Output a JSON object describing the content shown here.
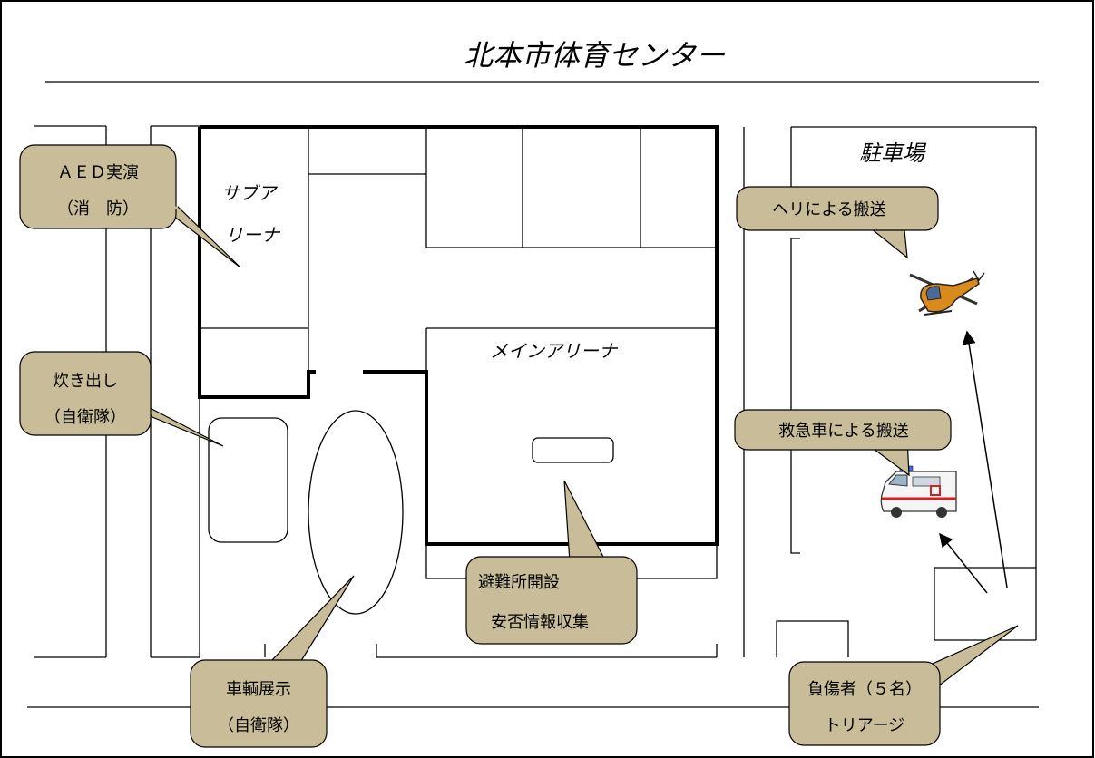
{
  "title": "北本市体育センター",
  "areas": {
    "sub_arena_line1": "サブア",
    "sub_arena_line2": "リーナ",
    "main_arena": "メインアリーナ",
    "parking": "駐車場"
  },
  "callouts": {
    "aed": {
      "line1": "ＡＥＤ実演",
      "line2": "（消　防）"
    },
    "cooking": {
      "line1": "炊き出し",
      "line2": "（自衛隊）"
    },
    "vehicle": {
      "line1": "車輌展示",
      "line2": "（自衛隊）"
    },
    "shelter": {
      "line1": "避難所開設",
      "line2": "安否情報収集"
    },
    "heli": {
      "line1": "ヘリによる搬送"
    },
    "ambulance": {
      "line1": "救急車による搬送"
    },
    "triage": {
      "line1": "負傷者（５名）",
      "line2": "トリアージ"
    }
  },
  "colors": {
    "callout_fill": "#c8bd98",
    "heli_body": "#d98a1a",
    "ambulance_stripe": "#d42020"
  },
  "icons": [
    "helicopter-icon",
    "ambulance-icon"
  ]
}
